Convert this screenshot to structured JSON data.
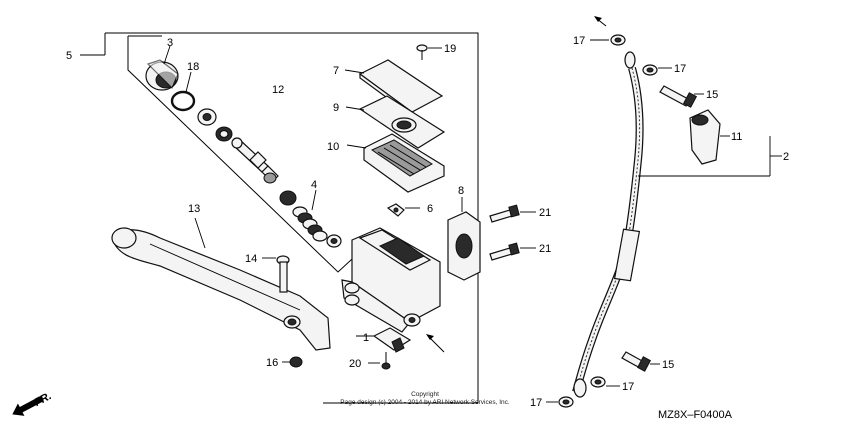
{
  "diagram": {
    "callouts": [
      "1",
      "2",
      "3",
      "4",
      "5",
      "6",
      "7",
      "8",
      "9",
      "10",
      "11",
      "12",
      "13",
      "14",
      "15",
      "15",
      "16",
      "17",
      "17",
      "17",
      "17",
      "18",
      "19",
      "20",
      "21",
      "21"
    ],
    "direction_label": "FR.",
    "copyright_line1": "Copyright",
    "copyright_line2": "Page design (c) 2004 - 2014 by ARI Network Services, Inc.",
    "diagram_code": "MZ8X–F0400A"
  }
}
